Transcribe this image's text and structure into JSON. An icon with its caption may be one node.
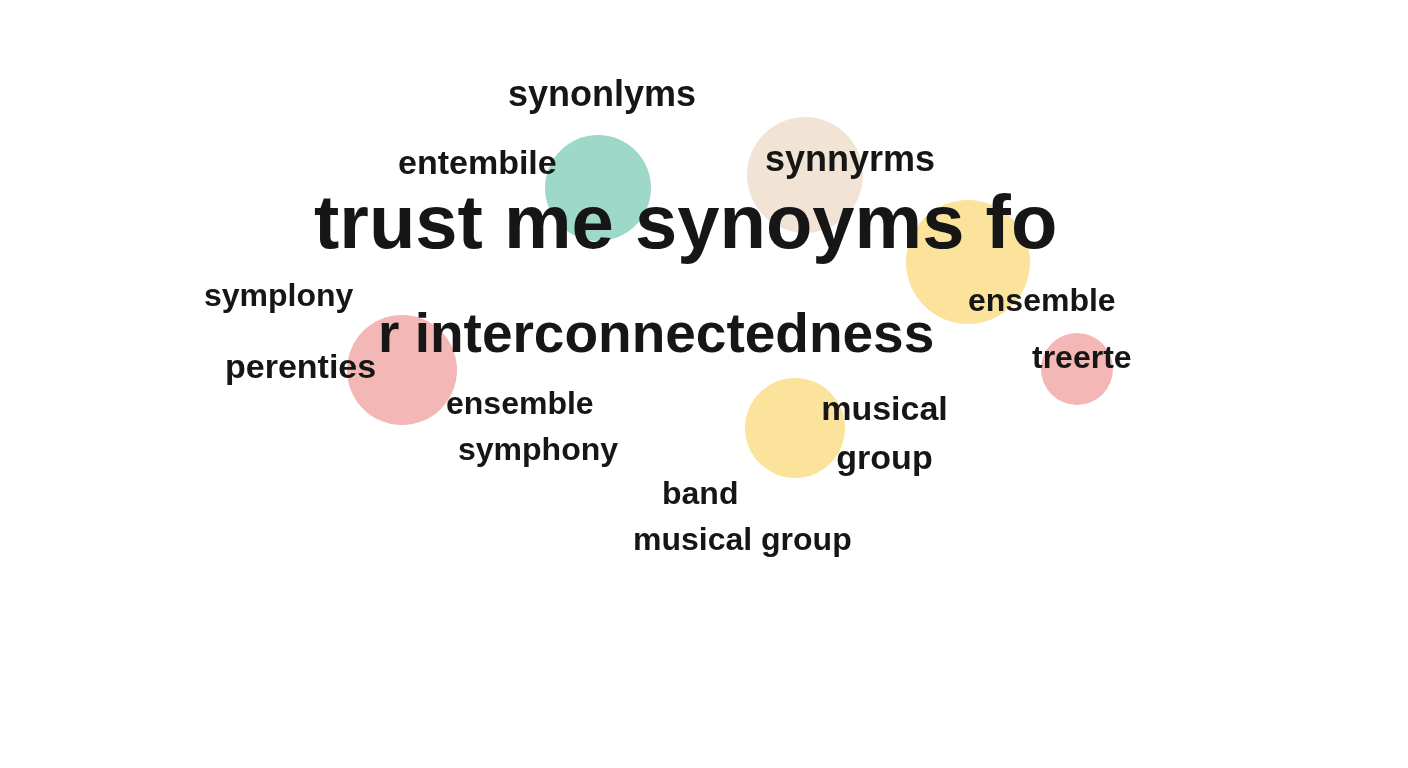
{
  "diagram": {
    "title": "trust me synoyms fo",
    "labels": [
      "synonlyms",
      "entembile",
      "synnyrms",
      "symplony",
      "ensemble",
      "r interconnectedness",
      "perenties",
      "treerte",
      "ensemble",
      "musical group",
      "symphony",
      "band",
      "musical group"
    ]
  }
}
